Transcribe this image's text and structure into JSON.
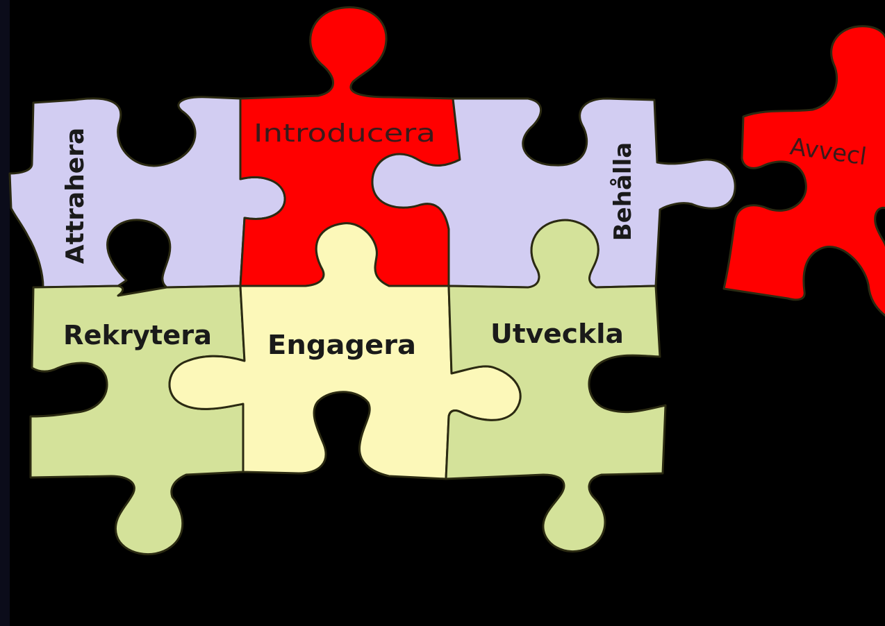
{
  "colors": {
    "background": "#000000",
    "lavender": "#d2cdf2",
    "red": "#ff0000",
    "green": "#d4e29a",
    "yellow": "#fcf8b9",
    "edge_strip": "#0b0c1a"
  },
  "pieces": {
    "attrahera": "Attrahera",
    "introducera": "Introducera",
    "behalla": "Behålla",
    "avveckla": "Avvecl",
    "rekrytera": "Rekrytera",
    "engagera": "Engagera",
    "utveckla": "Utveckla"
  }
}
